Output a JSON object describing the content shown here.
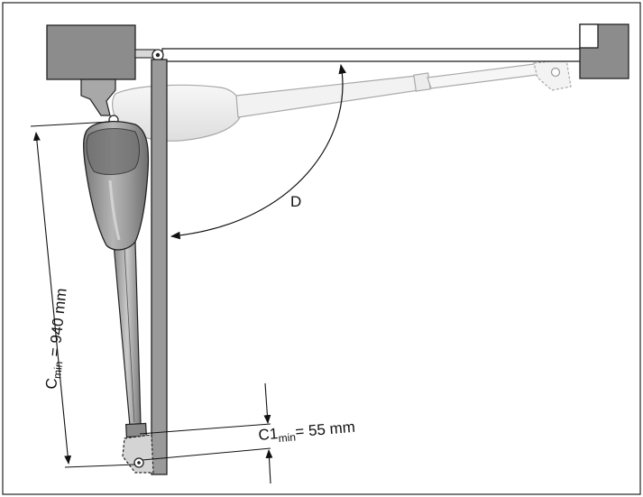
{
  "labels": {
    "angle": "D",
    "c_main": "C",
    "c_sub": "min",
    "c_value": " = 940 mm",
    "c1_main": "C1",
    "c1_sub": "min",
    "c1_value": "= 55 mm"
  },
  "colors": {
    "stroke": "#222222",
    "post_fill": "#9a9a9a",
    "block_fill": "#8c8c8c",
    "motor_dark": "#7e7e7e",
    "motor_light": "#cfcfcf",
    "ghost_fill": "#f1f1f1",
    "ghost_stroke": "#a9a9a9",
    "background": "#ffffff"
  }
}
